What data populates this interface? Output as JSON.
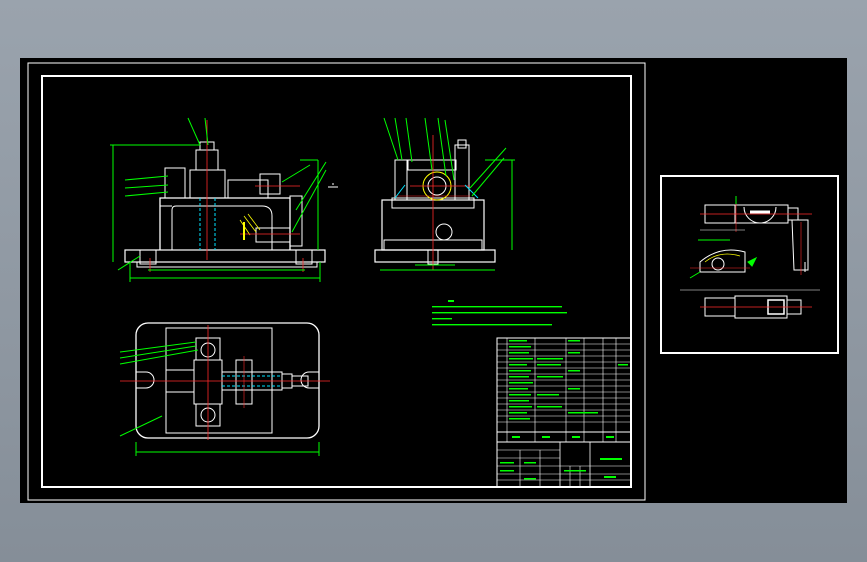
{
  "colors": {
    "background": "#8e97a1",
    "canvas": "#000000",
    "outline": "#ffffff",
    "dimension": "#00ff00",
    "centerline": "#ff2a2a",
    "hidden": "#00e5ff"
  },
  "views": [
    {
      "name": "front-view"
    },
    {
      "name": "side-view"
    },
    {
      "name": "top-view"
    },
    {
      "name": "detail-view"
    }
  ],
  "title_block": {
    "rows": 14,
    "columns": 6
  }
}
